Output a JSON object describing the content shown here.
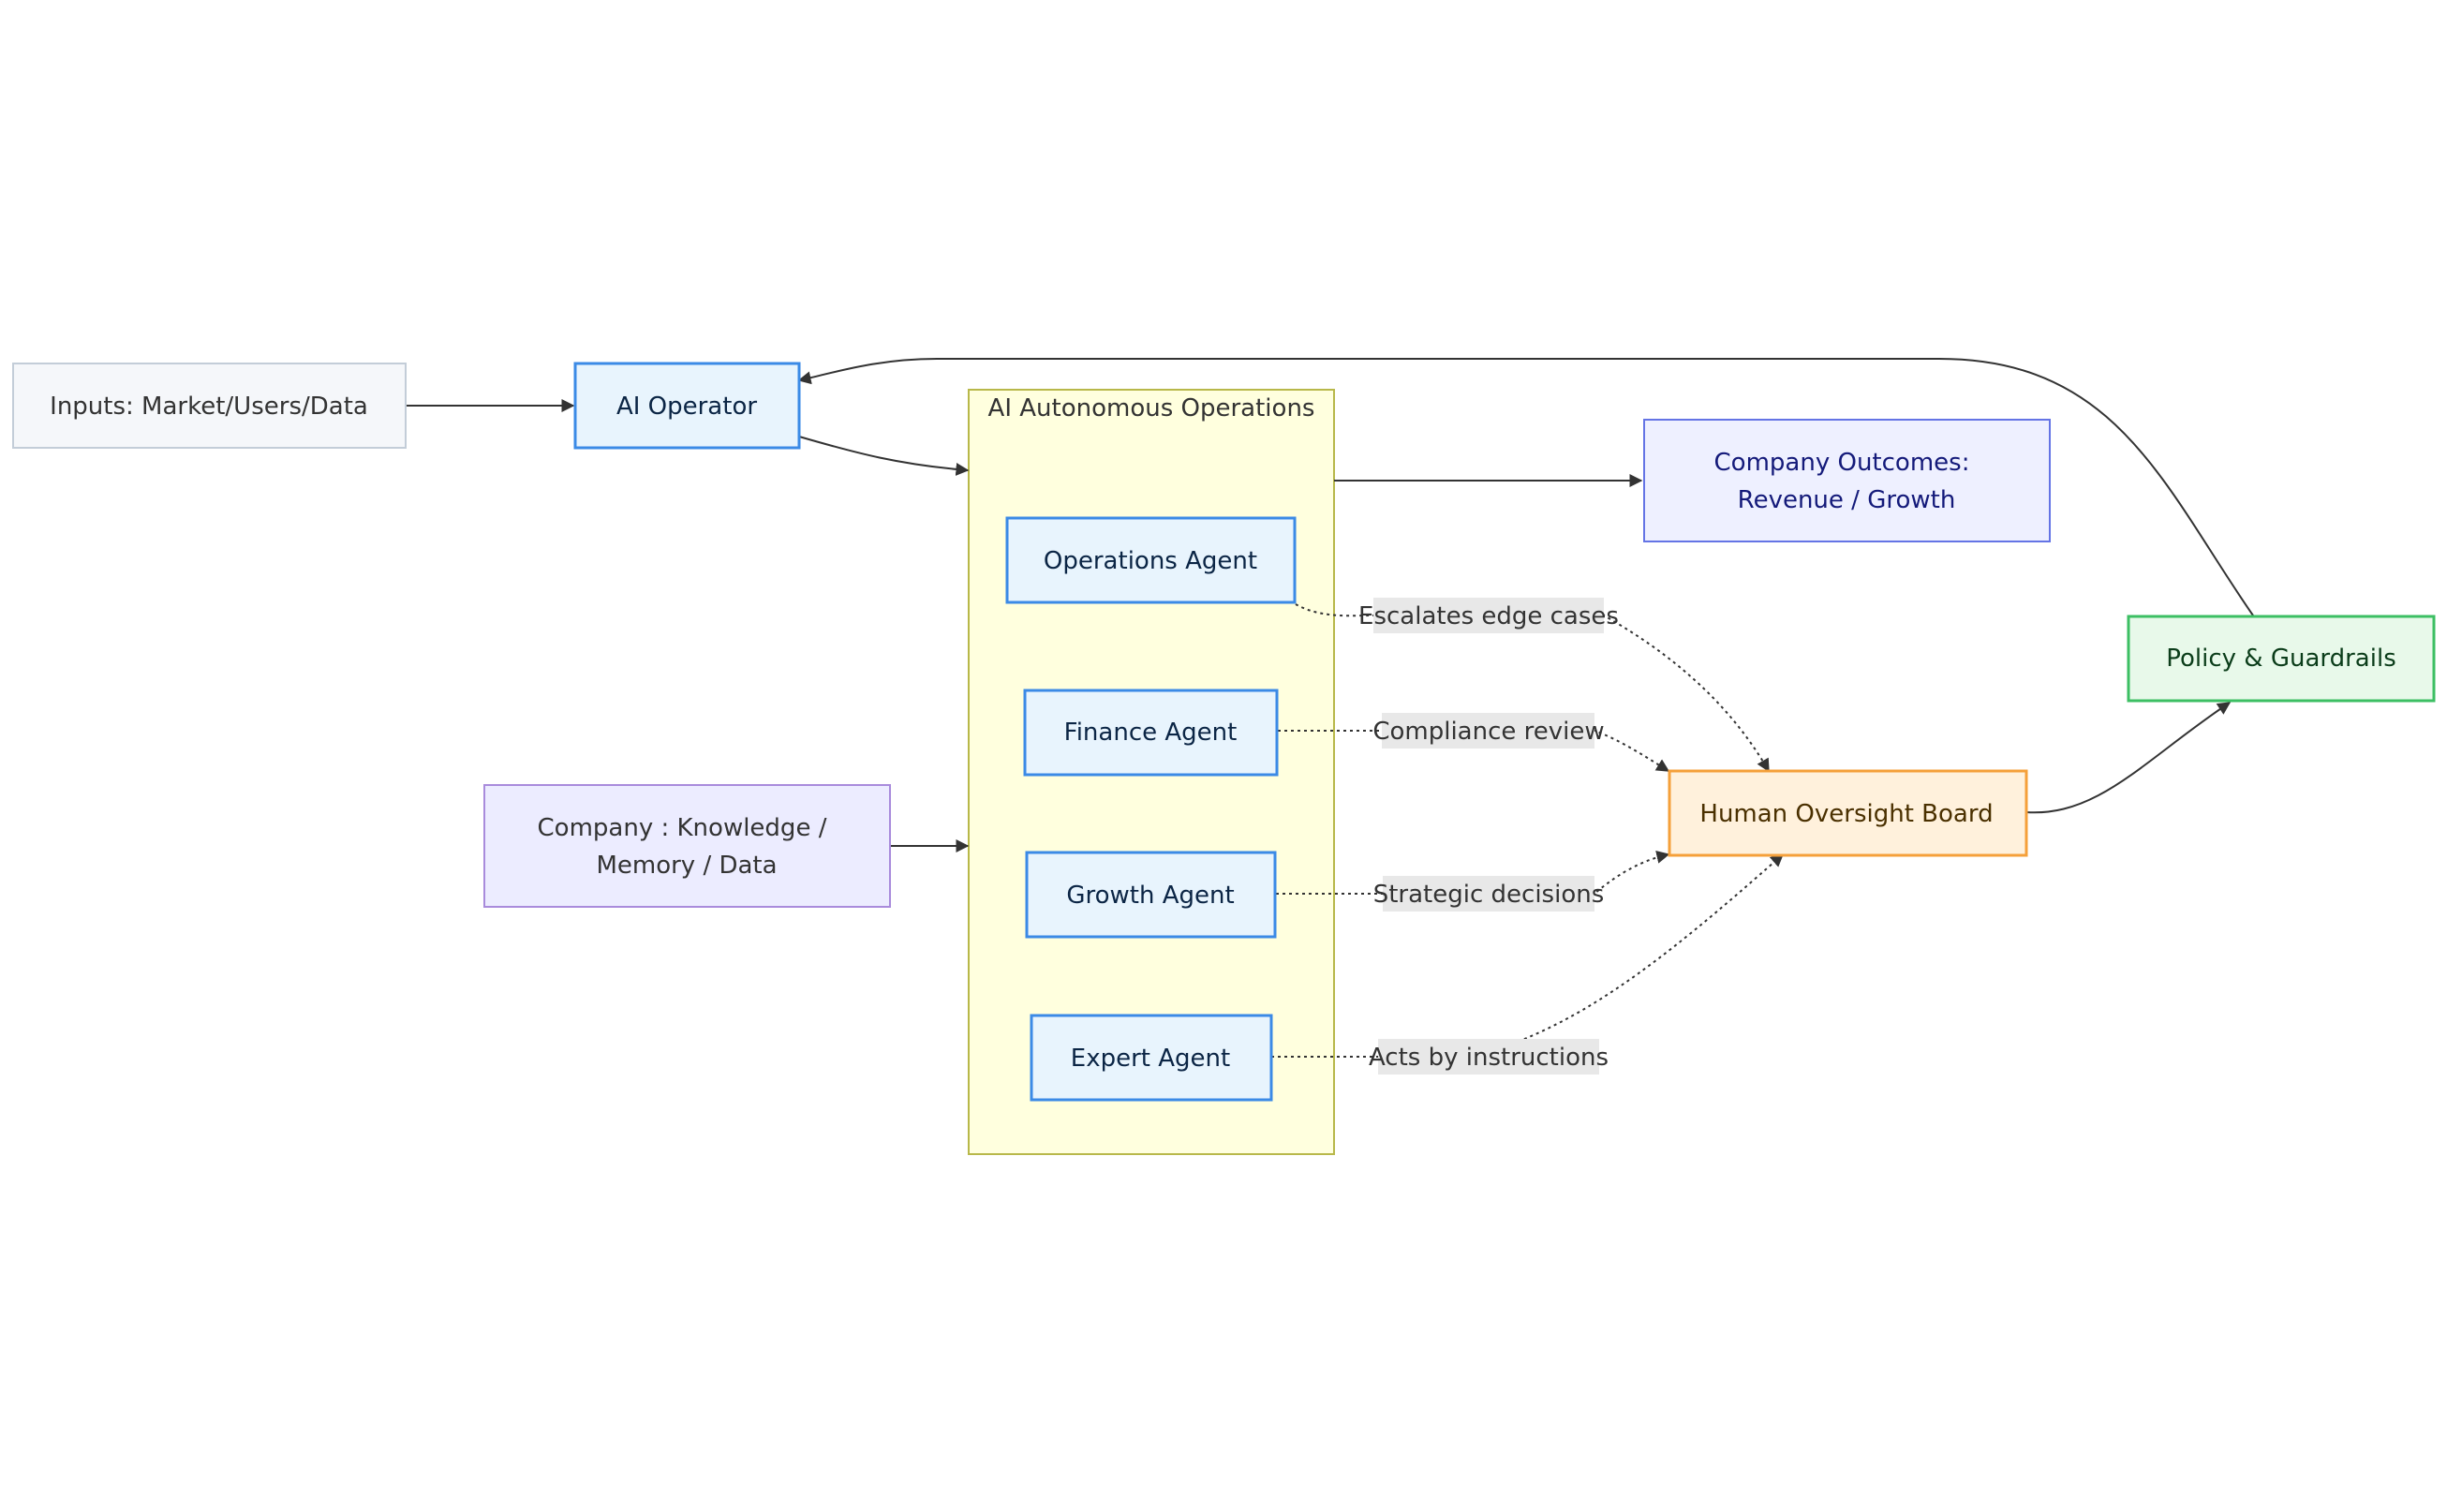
{
  "nodes": {
    "inputs": {
      "label": "Inputs: Market/Users/Data"
    },
    "ai_operator": {
      "label": "AI Operator"
    },
    "cluster": {
      "title": "AI Autonomous Operations"
    },
    "operations_agent": {
      "label": "Operations Agent"
    },
    "finance_agent": {
      "label": "Finance Agent"
    },
    "growth_agent": {
      "label": "Growth Agent"
    },
    "expert_agent": {
      "label": "Expert Agent"
    },
    "company_knowledge": {
      "line1": "Company : Knowledge /",
      "line2": "Memory / Data"
    },
    "company_outcomes": {
      "line1": "Company Outcomes:",
      "line2": "Revenue / Growth"
    },
    "human_oversight": {
      "label": "Human Oversight Board"
    },
    "policy": {
      "label": "Policy & Guardrails"
    }
  },
  "edges": {
    "escalates": "Escalates edge cases",
    "compliance": "Compliance review",
    "strategic": "Strategic decisions",
    "acts": "Acts by instructions"
  },
  "colors": {
    "agent_stroke": "#3b8ae6",
    "agent_fill": "#e8f4fd",
    "cluster_fill": "#ffffde",
    "cluster_stroke": "#b8b84a",
    "inputs_fill": "#f5f7fa",
    "inputs_stroke": "#c3cdd8",
    "knowledge_fill": "#ececff",
    "knowledge_stroke": "#a98bdc",
    "outcomes_fill": "#eef0ff",
    "outcomes_stroke": "#6474e5",
    "oversight_fill": "#fff1dc",
    "oversight_stroke": "#f5a03a",
    "policy_fill": "#e8f9ea",
    "policy_stroke": "#3cbf63",
    "edge": "#333333",
    "label_bg": "#e8e8e8"
  }
}
